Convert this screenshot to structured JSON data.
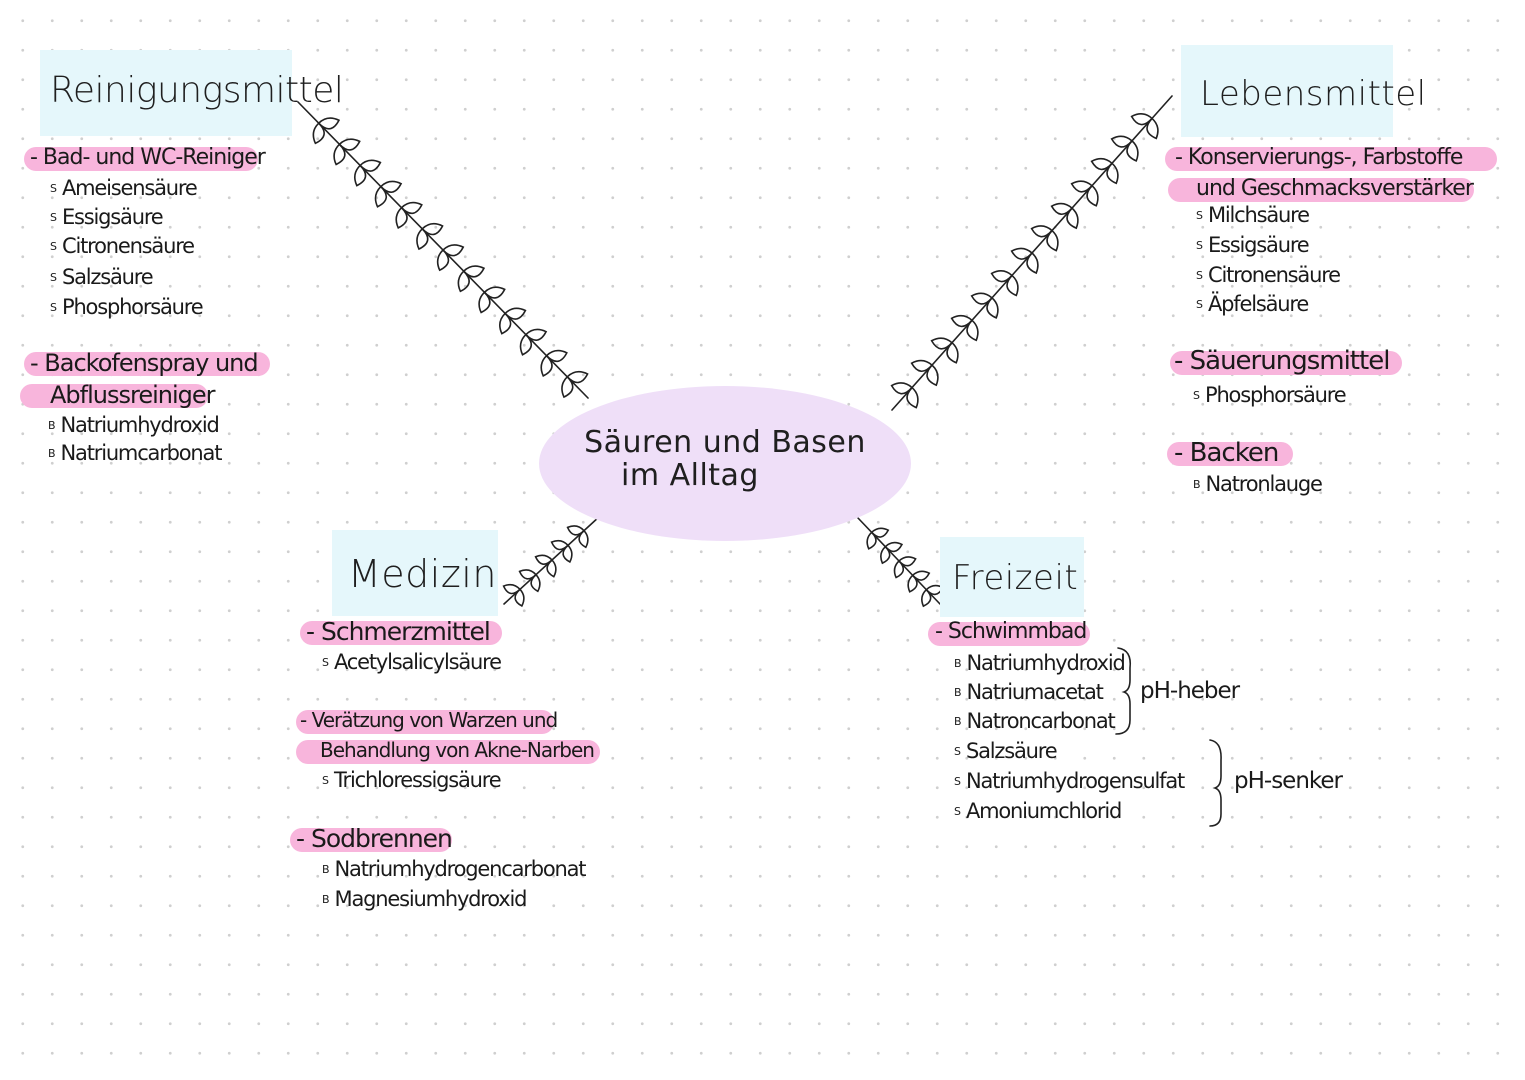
{
  "center": {
    "line1": "Säuren und Basen",
    "line2": "im Alltag"
  },
  "reinigungsmittel": {
    "title": "Reinigungsmittel",
    "g1": {
      "heading": "- Bad- und WC-Reiniger",
      "items": [
        {
          "mark": "S",
          "text": "Ameisensäure"
        },
        {
          "mark": "S",
          "text": "Essigsäure"
        },
        {
          "mark": "S",
          "text": "Citronensäure"
        },
        {
          "mark": "S",
          "text": "Salzsäure"
        },
        {
          "mark": "S",
          "text": "Phosphorsäure"
        }
      ]
    },
    "g2": {
      "heading1": "- Backofenspray und",
      "heading2": "Abflussreiniger",
      "items": [
        {
          "mark": "B",
          "text": "Natriumhydroxid"
        },
        {
          "mark": "B",
          "text": "Natriumcarbonat"
        }
      ]
    }
  },
  "lebensmittel": {
    "title": "Lebensmittel",
    "g1": {
      "heading1": "- Konservierungs-, Farbstoffe",
      "heading2": "und Geschmacksverstärker",
      "items": [
        {
          "mark": "S",
          "text": "Milchsäure"
        },
        {
          "mark": "S",
          "text": "Essigsäure"
        },
        {
          "mark": "S",
          "text": "Citronensäure"
        },
        {
          "mark": "S",
          "text": "Äpfelsäure"
        }
      ]
    },
    "g2": {
      "heading": "- Säuerungsmittel",
      "items": [
        {
          "mark": "S",
          "text": "Phosphorsäure"
        }
      ]
    },
    "g3": {
      "heading": "- Backen",
      "items": [
        {
          "mark": "B",
          "text": "Natronlauge"
        }
      ]
    }
  },
  "medizin": {
    "title": "Medizin",
    "g1": {
      "heading": "- Schmerzmittel",
      "items": [
        {
          "mark": "S",
          "text": "Acetylsalicylsäure"
        }
      ]
    },
    "g2": {
      "heading1": "- Verätzung von Warzen und",
      "heading2": "Behandlung von Akne-Narben",
      "items": [
        {
          "mark": "S",
          "text": "Trichloressigsäure"
        }
      ]
    },
    "g3": {
      "heading": "- Sodbrennen",
      "items": [
        {
          "mark": "B",
          "text": "Natriumhydrogencarbonat"
        },
        {
          "mark": "B",
          "text": "Magnesiumhydroxid"
        }
      ]
    }
  },
  "freizeit": {
    "title": "Freizeit",
    "g1": {
      "heading": "- Schwimmbad",
      "items": [
        {
          "mark": "B",
          "text": "Natriumhydroxid"
        },
        {
          "mark": "B",
          "text": "Natriumacetat"
        },
        {
          "mark": "B",
          "text": "Natroncarbonat"
        },
        {
          "mark": "S",
          "text": "Salzsäure"
        },
        {
          "mark": "S",
          "text": "Natriumhydrogensulfat"
        },
        {
          "mark": "S",
          "text": "Amoniumchlorid"
        }
      ],
      "brace1_label": "pH-heber",
      "brace2_label": "pH-senker"
    }
  },
  "colors": {
    "title_box": "#e5f7fb",
    "highlight": "#f8b5dc",
    "center": "#efdff8",
    "ink": "#1a1a1a"
  },
  "icons": [
    "vine-branch-icon",
    "brace-icon"
  ]
}
